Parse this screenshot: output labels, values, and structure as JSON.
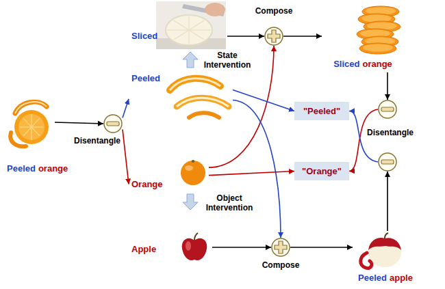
{
  "diagram": {
    "nodes": [
      {
        "text": [
          "Peeled",
          "orange"
        ]
      },
      {
        "text": [
          "Disentangle"
        ]
      },
      {
        "text": [
          "Peeled"
        ]
      },
      {
        "text": [
          "Orange"
        ]
      },
      {
        "text": [
          "Sliced"
        ]
      },
      {
        "text": [
          "Apple"
        ]
      },
      {
        "text": [
          "Compose"
        ]
      },
      {
        "text": [
          "Compose"
        ]
      },
      {
        "text": [
          "Sliced",
          "orange"
        ]
      },
      {
        "text": [
          "Peeled",
          "apple"
        ]
      },
      {
        "text": [
          "\"Peeled\""
        ]
      },
      {
        "text": [
          "\"Orange\""
        ]
      },
      {
        "text": [
          "Disentangle"
        ]
      },
      {
        "text": []
      }
    ],
    "edges": [
      {
        "from": 0,
        "to": 1,
        "arrow": "to"
      },
      {
        "from": 1,
        "to": 2,
        "arrow": "to"
      },
      {
        "from": 1,
        "to": 3,
        "arrow": "to"
      },
      {
        "from": 4,
        "to": 6,
        "arrow": "to"
      },
      {
        "from": 6,
        "to": 8,
        "arrow": "to"
      },
      {
        "from": 5,
        "to": 7,
        "arrow": "to"
      },
      {
        "from": 7,
        "to": 9,
        "arrow": "to"
      },
      {
        "from": 3,
        "to": 6,
        "arrow": "to"
      },
      {
        "from": 2,
        "to": 7,
        "arrow": "to"
      },
      {
        "from": 2,
        "to": 10,
        "arrow": "to"
      },
      {
        "from": 3,
        "to": 11,
        "arrow": "to"
      },
      {
        "from": 8,
        "to": 12,
        "arrow": "to"
      },
      {
        "from": 9,
        "to": 13,
        "arrow": "to"
      },
      {
        "from": 12,
        "to": 11,
        "arrow": "to"
      },
      {
        "from": 13,
        "to": 10,
        "arrow": "to"
      }
    ],
    "labels": [
      "State Intervention",
      "Object Intervention"
    ]
  }
}
